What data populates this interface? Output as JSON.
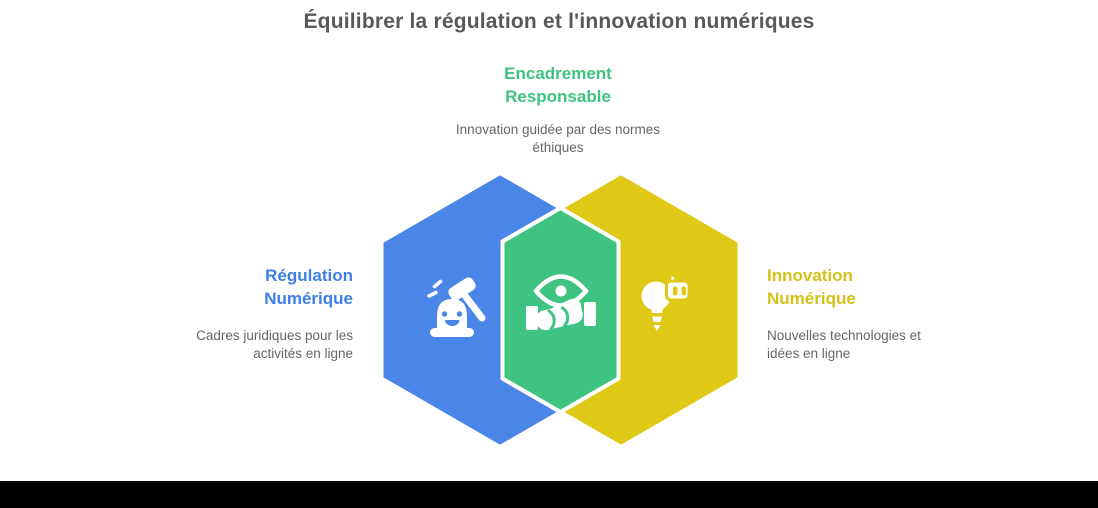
{
  "title": "Équilibrer la régulation et l'innovation numériques",
  "colors": {
    "regulation_blue": "#4A86E8",
    "overlap_green": "#3EC380",
    "innovation_yellow": "#DFC916",
    "blue_heading_text": "#3E7FE6",
    "green_heading_text": "#3EC380",
    "yellow_heading_text": "#D5C118",
    "title_gray": "#58585A",
    "description_gray": "#666666",
    "icon_white": "#FFFFFF",
    "footer_black": "#000000"
  },
  "nodes": {
    "left": {
      "heading_line1": "Régulation",
      "heading_line2": "Numérique",
      "desc_line1": "Cadres juridiques pour les",
      "desc_line2": "activités en ligne",
      "icon": "gavel-mole-icon"
    },
    "top": {
      "heading_line1": "Encadrement",
      "heading_line2": "Responsable",
      "desc_line1": "Innovation guidée par des normes",
      "desc_line2": "éthiques",
      "icon": "eye-over-handshake-icon"
    },
    "right": {
      "heading_line1": "Innovation",
      "heading_line2": "Numérique",
      "desc_line1": "Nouvelles technologies et",
      "desc_line2": "idées en ligne",
      "icon": "lightbulb-robot-icon"
    }
  }
}
